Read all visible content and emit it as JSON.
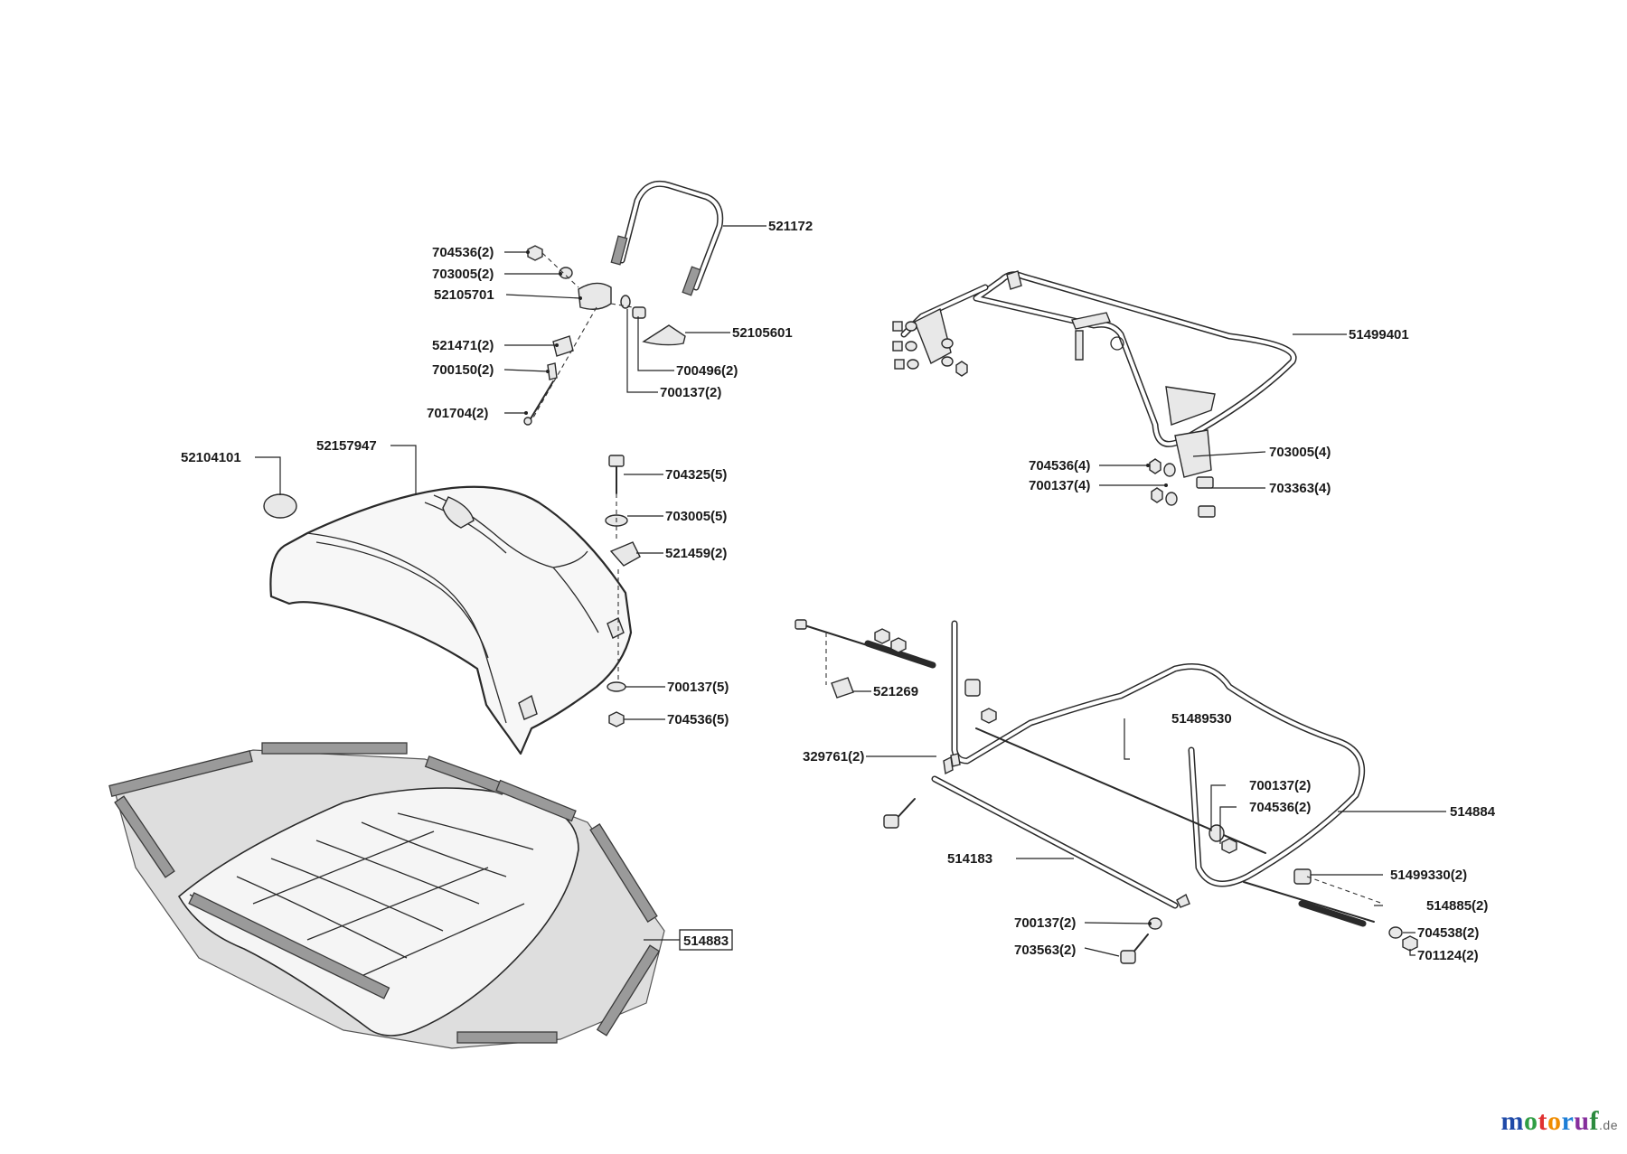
{
  "brand": {
    "name": "motoruf",
    "suffix": ".de",
    "letter_colors": [
      "#1f4aa8",
      "#2f9e44",
      "#e03131",
      "#f08c00",
      "#1c7ed6",
      "#862e9c",
      "#2b8a3e"
    ]
  },
  "labels": {
    "p521172": "521172",
    "p704536_2a": "704536(2)",
    "p703005_2": "703005(2)",
    "p52105701": "52105701",
    "p521471_2": "521471(2)",
    "p700150_2": "700150(2)",
    "p701704_2": "701704(2)",
    "p52105601": "52105601",
    "p700496_2": "700496(2)",
    "p700137_2a": "700137(2)",
    "p52104101": "52104101",
    "p52157947": "52157947",
    "p704325_5": "704325(5)",
    "p703005_5": "703005(5)",
    "p521459_2": "521459(2)",
    "p700137_5": "700137(5)",
    "p704536_5": "704536(5)",
    "p514883": "514883",
    "p51499401": "51499401",
    "p704536_4": "704536(4)",
    "p700137_4": "700137(4)",
    "p703005_4": "703005(4)",
    "p703363_4": "703363(4)",
    "p521269": "521269",
    "p51489530": "51489530",
    "p329761_2": "329761(2)",
    "p700137_2b": "700137(2)",
    "p704536_2b": "704536(2)",
    "p514884": "514884",
    "p514183": "514183",
    "p51499330_2": "51499330(2)",
    "p514885_2": "514885(2)",
    "p700137_2c": "700137(2)",
    "p704538_2": "704538(2)",
    "p703563_2": "703563(2)",
    "p701124_2": "701124(2)"
  }
}
